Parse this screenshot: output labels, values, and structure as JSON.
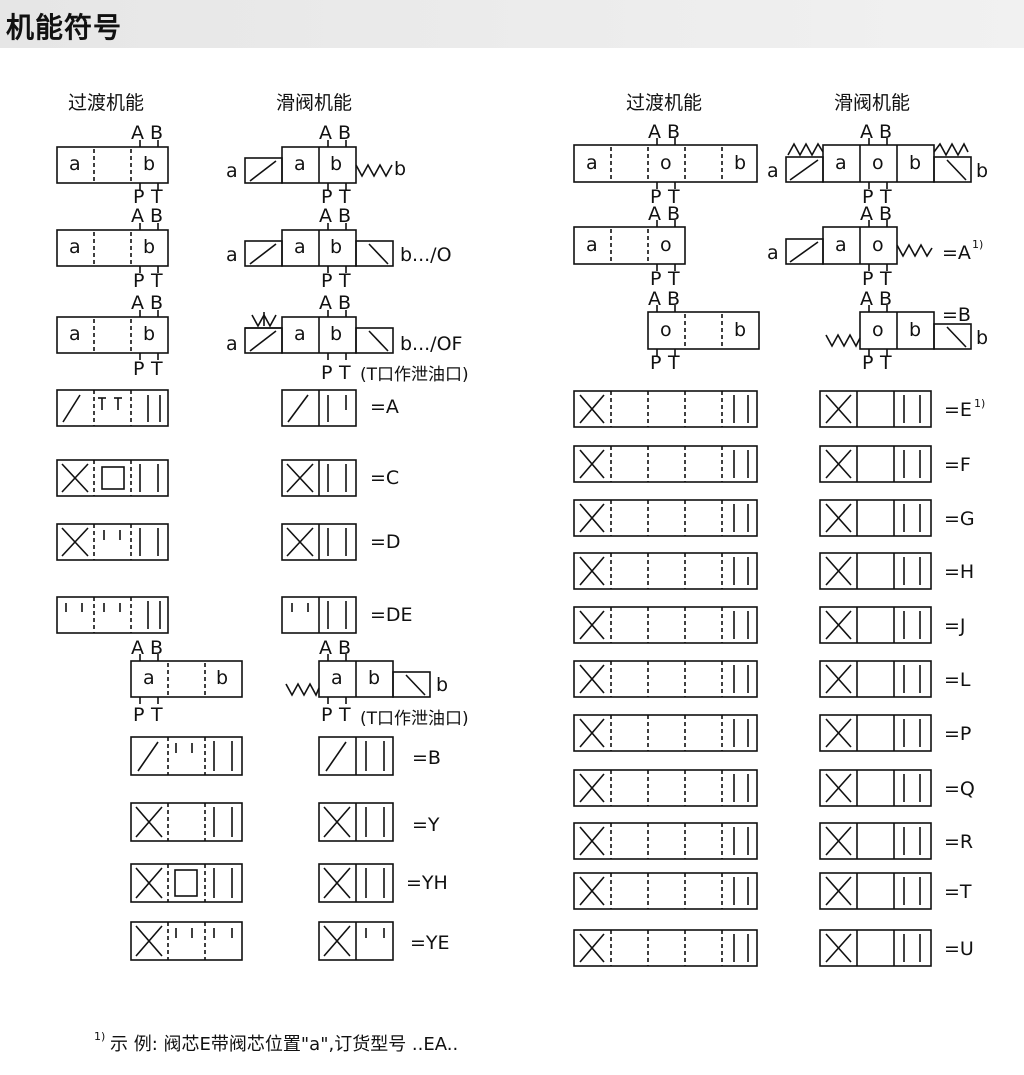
{
  "page_title": "机能符号",
  "headers": {
    "left_transition": "过渡机能",
    "left_spool": "滑阀机能",
    "right_transition": "过渡机能",
    "right_spool": "滑阀机能"
  },
  "ports": {
    "a": "a",
    "b": "b",
    "o": "o",
    "A": "A",
    "B": "B",
    "P": "P",
    "T": "T"
  },
  "suffixes": {
    "row1": "b",
    "row2": "b.../O",
    "row3": "b.../OF",
    "t_drain_row3": "(T口作泄油口)",
    "t_drain_b": "(T口作泄油口)",
    "right_row2": "=A",
    "right_row3": "=B",
    "footnote_mark": "1)"
  },
  "spool_codes": {
    "left": [
      "=A",
      "=C",
      "=D",
      "=DE"
    ],
    "left_lower": [
      "=B",
      "=Y",
      "=YH",
      "=YE"
    ],
    "right": [
      "=E",
      "=F",
      "=G",
      "=H",
      "=J",
      "=L",
      "=P",
      "=Q",
      "=R",
      "=T",
      "=U"
    ]
  },
  "footnote": {
    "mark": "1)",
    "text": "示 例: 阀芯E带阀芯位置\"a\",订货型号 ..EA.."
  }
}
